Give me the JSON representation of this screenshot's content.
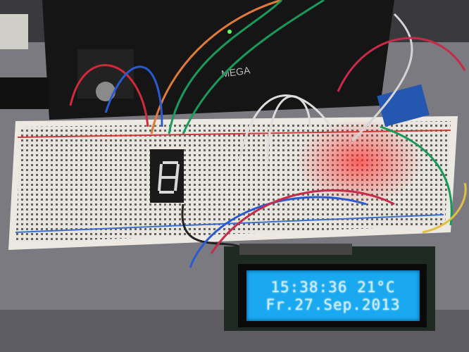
{
  "photo": {
    "subject": "arduino-breadboard-clock",
    "lcd": {
      "line1": "15:38:36  21°C",
      "line2": "Fr.27.Sep.2013",
      "backlight_color": "#1aa9f0"
    },
    "board_label": "MEGA",
    "seven_segment_digit": "8"
  }
}
